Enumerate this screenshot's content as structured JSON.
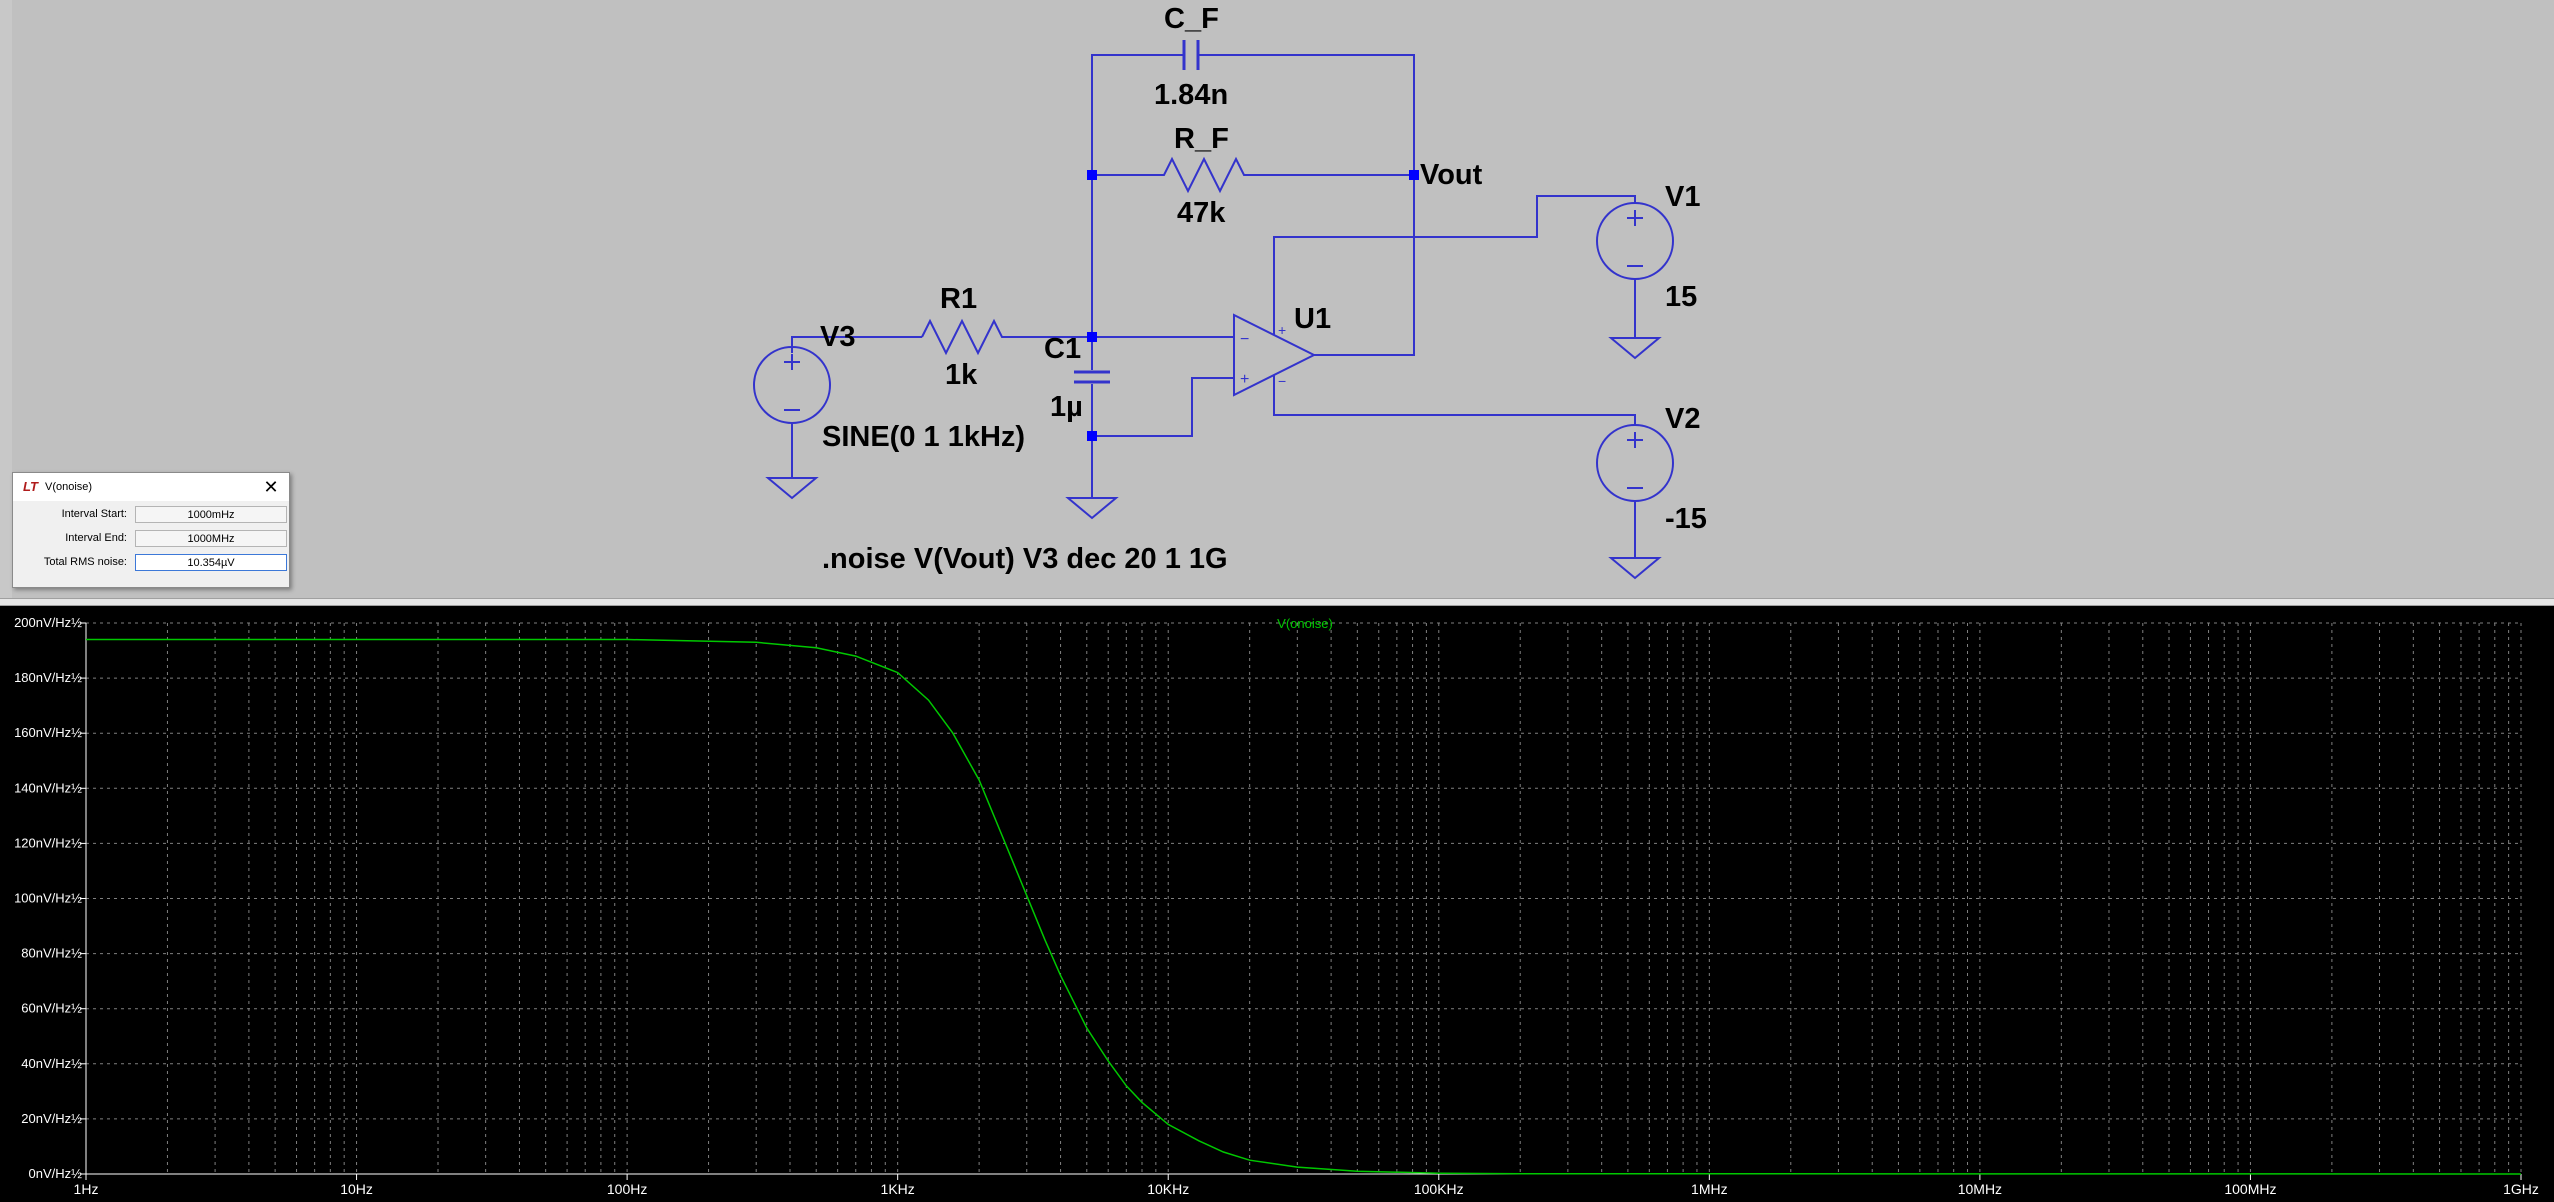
{
  "schematic": {
    "cf_name": "C_F",
    "cf_value": "1.84n",
    "rf_name": "R_F",
    "rf_value": "47k",
    "vout_label": "Vout",
    "v1_name": "V1",
    "v1_value": "15",
    "v2_name": "V2",
    "v2_value": "-15",
    "v3_name": "V3",
    "v3_value": "SINE(0 1 1kHz)",
    "r1_name": "R1",
    "r1_value": "1k",
    "c1_name": "C1",
    "c1_value": "1µ",
    "u1_name": "U1",
    "directive": ".noise V(Vout) V3 dec 20 1 1G",
    "plus_sign": "+",
    "minus_sign": "−"
  },
  "dialog": {
    "title": "V(onoise)",
    "interval_start_label": "Interval Start:",
    "interval_start_value": "1000mHz",
    "interval_end_label": "Interval End:",
    "interval_end_value": "1000MHz",
    "total_rms_label": "Total RMS noise:",
    "total_rms_value": "10.354µV"
  },
  "chart_data": {
    "type": "line",
    "title": "V(onoise)",
    "x_scale": "log",
    "xlim": [
      1,
      1000000000
    ],
    "ylim": [
      0,
      200
    ],
    "x_ticks": [
      "1Hz",
      "10Hz",
      "100Hz",
      "1KHz",
      "10KHz",
      "100KHz",
      "1MHz",
      "10MHz",
      "100MHz",
      "1GHz"
    ],
    "y_ticks": [
      "0nV/Hz½",
      "20nV/Hz½",
      "40nV/Hz½",
      "60nV/Hz½",
      "80nV/Hz½",
      "100nV/Hz½",
      "120nV/Hz½",
      "140nV/Hz½",
      "160nV/Hz½",
      "180nV/Hz½",
      "200nV/Hz½"
    ],
    "grid": true,
    "background": "#000000",
    "series_color": "#00c800",
    "grid_color": "#808080",
    "series": [
      {
        "name": "V(onoise)",
        "x": [
          1,
          10,
          100,
          300,
          500,
          700,
          1000,
          1300,
          1600,
          2000,
          2500,
          3000,
          3500,
          4000,
          5000,
          6000,
          7000,
          8000,
          10000,
          13000,
          16000,
          20000,
          30000,
          50000,
          100000,
          200000,
          1000000000
        ],
        "y": [
          194,
          194,
          194,
          193,
          191,
          188,
          182,
          172,
          160,
          143,
          120,
          101,
          85,
          72,
          53,
          41,
          32,
          26,
          18,
          12,
          8,
          5,
          2.5,
          1,
          0.3,
          0.1,
          0
        ]
      }
    ]
  },
  "colors": {
    "schematic_bg": "#c0c0c0",
    "wire": "#3333cc",
    "junction": "#0000ff",
    "plot_bg": "#000000",
    "trace": "#00c800"
  }
}
